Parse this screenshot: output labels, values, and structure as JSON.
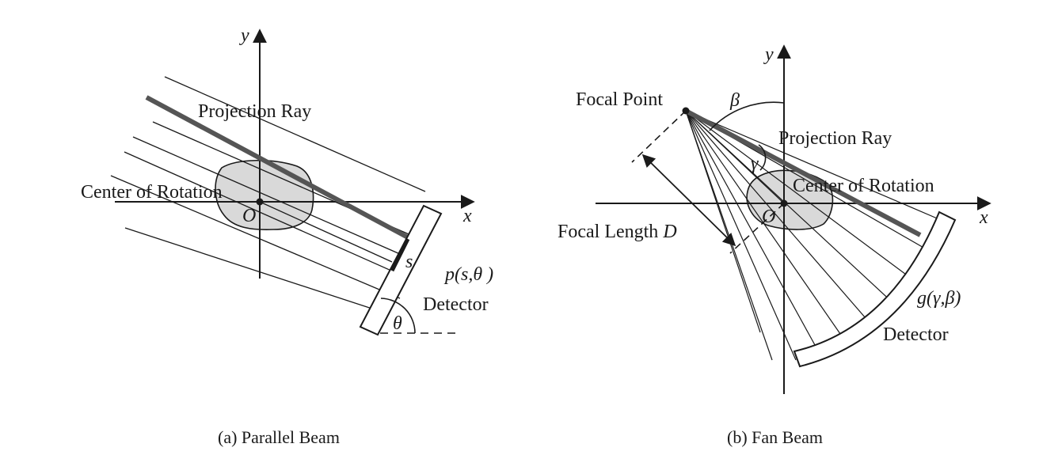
{
  "panels": {
    "parallel": {
      "caption": "(a) Parallel Beam",
      "axis_y": "y",
      "axis_x": "x",
      "origin": "O",
      "projection_ray": "Projection Ray",
      "center_of_rotation": "Center of Rotation",
      "s_label": "s",
      "projection_func": "p(s,θ )",
      "detector": "Detector",
      "theta": "θ"
    },
    "fan": {
      "caption": "(b)  Fan Beam",
      "axis_y": "y",
      "axis_x": "x",
      "origin": "O",
      "focal_point": "Focal Point",
      "beta": "β",
      "projection_ray": "Projection Ray",
      "gamma": "γ",
      "center_of_rotation": "Center of Rotation",
      "focal_length_text": "Focal Length",
      "focal_length_symbol": "D",
      "projection_func": "g(γ,β)",
      "detector": "Detector"
    }
  },
  "colors": {
    "line": "#1a1a1a",
    "object_fill": "#d9d9d9",
    "highlight_ray": "#555555"
  }
}
